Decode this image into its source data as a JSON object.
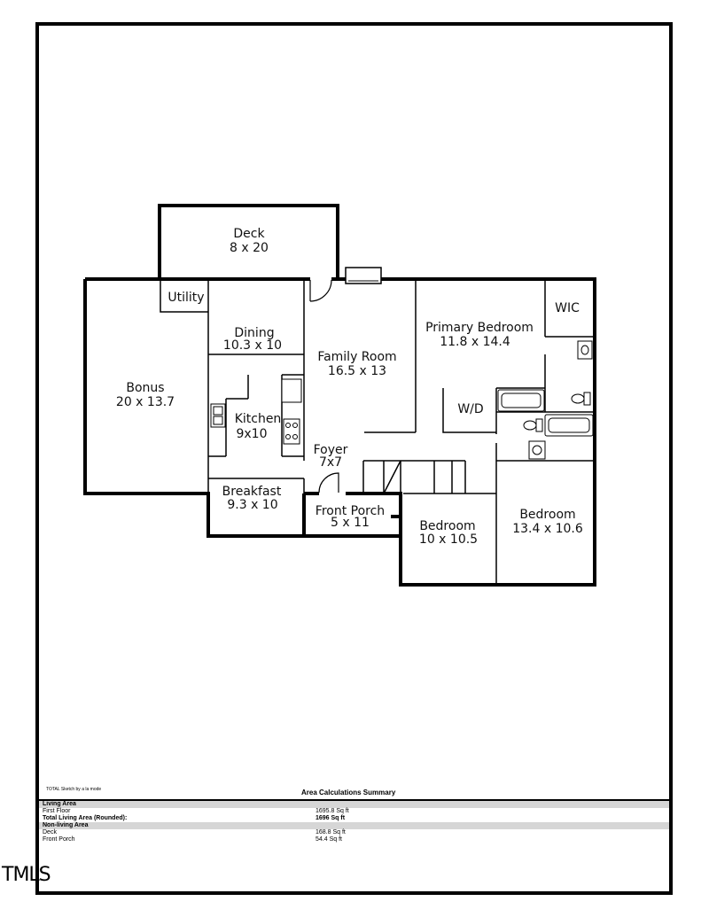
{
  "rooms": {
    "deck": {
      "name": "Deck",
      "dims": "8 x 20"
    },
    "utility": {
      "name": "Utility"
    },
    "dining": {
      "name": "Dining",
      "dims": "10.3 x 10"
    },
    "family": {
      "name": "Family Room",
      "dims": "16.5 x 13"
    },
    "primary": {
      "name": "Primary Bedroom",
      "dims": "11.8 x 14.4"
    },
    "wic": {
      "name": "WIC"
    },
    "bonus": {
      "name": "Bonus",
      "dims": "20 x 13.7"
    },
    "kitchen": {
      "name": "Kitchen",
      "dims": "9x10"
    },
    "wd": {
      "name": "W/D"
    },
    "foyer": {
      "name": "Foyer",
      "dims": "7x7"
    },
    "breakfast": {
      "name": "Breakfast",
      "dims": "9.3 x 10"
    },
    "front_porch": {
      "name": "Front Porch",
      "dims": "5 x 11"
    },
    "bedroom1": {
      "name": "Bedroom",
      "dims": "10 x 10.5"
    },
    "bedroom2": {
      "name": "Bedroom",
      "dims": "13.4 x 10.6"
    }
  },
  "footer": {
    "credit": "TOTAL Sketch by a la mode",
    "summary_title": "Area Calculations Summary"
  },
  "summary": {
    "living_header": "Living Area",
    "first_floor_label": "First Floor",
    "first_floor_value": "1695.8 Sq ft",
    "total_label": "Total Living Area (Rounded):",
    "total_value": "1696 Sq ft",
    "nonliving_header": "Non-living Area",
    "deck_label": "Deck",
    "deck_value": "168.8 Sq ft",
    "porch_label": "Front Porch",
    "porch_value": "54.4 Sq ft"
  },
  "watermark": "TMLS"
}
